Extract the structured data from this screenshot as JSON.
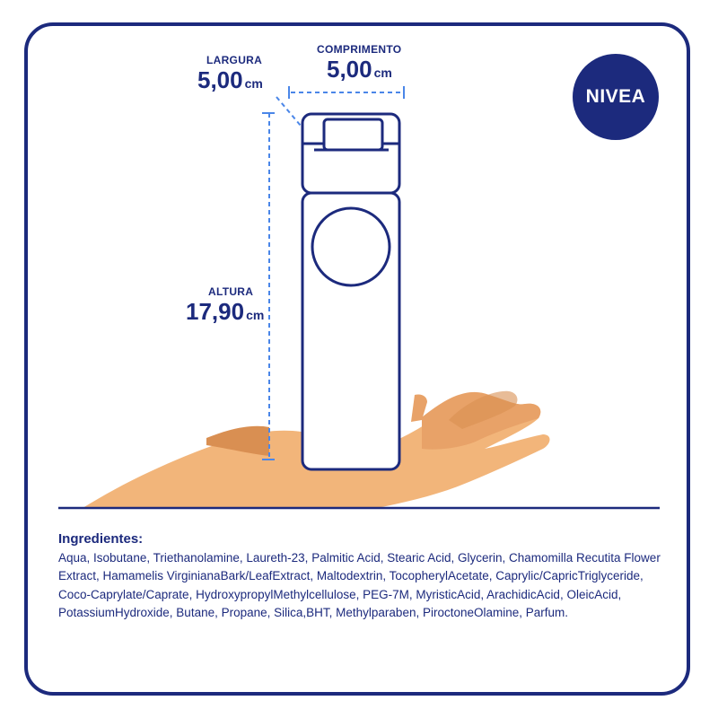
{
  "brand": {
    "logo_text": "NIVEA"
  },
  "dimensions": {
    "width": {
      "label": "LARGURA",
      "value": "5,00",
      "unit": "cm"
    },
    "length": {
      "label": "COMPRIMENTO",
      "value": "5,00",
      "unit": "cm"
    },
    "height": {
      "label": "ALTURA",
      "value": "17,90",
      "unit": "cm"
    }
  },
  "ingredients": {
    "title": "Ingredientes:",
    "text": "Aqua, Isobutane, Triethanolamine, Laureth-23, Palmitic Acid, Stearic Acid, Glycerin, Chamomilla Recutita Flower Extract, Hamamelis VirginianaBark/LeafExtract, Maltodextrin, TocopherylAcetate, Caprylic/CapricTriglyceride, Coco-Caprylate/Caprate, HydroxypropylMethylcellulose, PEG-7M, MyristicAcid, ArachidicAcid, OleicAcid, PotassiumHydroxide, Butane, Propane, Silica,BHT, Methylparaben, PiroctoneOlamine, Parfum."
  },
  "colors": {
    "navy": "#1c2a7d",
    "dimension_line": "#4a86e8",
    "skin": "#f2b57a",
    "skin_shadow": "#d98f52"
  }
}
